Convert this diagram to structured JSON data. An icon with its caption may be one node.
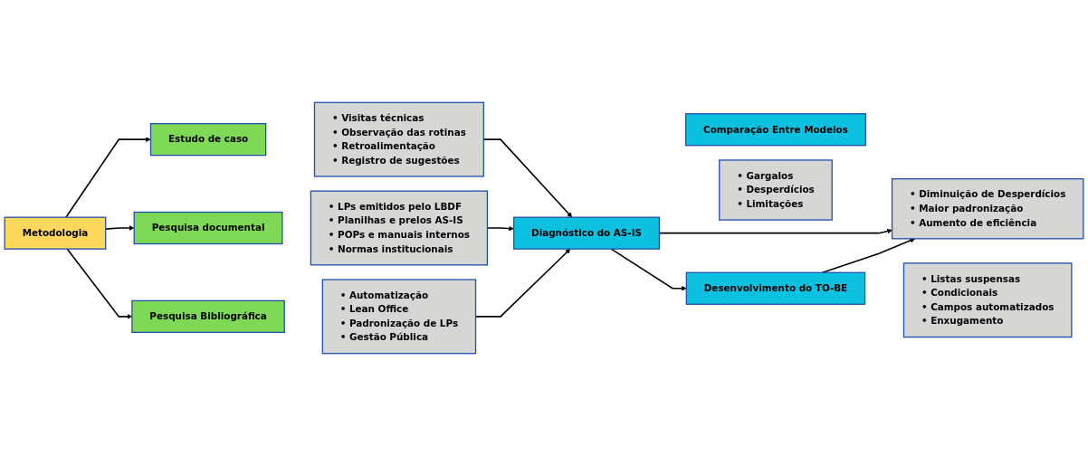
{
  "diagram": {
    "nodes": [
      {
        "text": [
          "Metodologia"
        ]
      },
      {
        "text": [
          "Estudo de caso"
        ]
      },
      {
        "text": [
          "• Visitas técnicas",
          "• Observação das rotinas",
          "• Retroalimentação",
          "• Registro de sugestões"
        ]
      },
      {
        "text": [
          "Pesquisa documental"
        ]
      },
      {
        "text": [
          "• LPs emitidos pelo LBDF",
          "• Planilhas e prelos AS-IS",
          "• POPs e manuais internos",
          "• Normas institucionais"
        ]
      },
      {
        "text": [
          "Pesquisa Bibliográfica"
        ]
      },
      {
        "text": [
          "• Automatização",
          "• Lean Office",
          "• Padronização de LPs",
          "• Gestão Pública"
        ]
      },
      {
        "text": [
          "Comparação Entre Modelos"
        ]
      },
      {
        "text": [
          "• Diminuição de Desperdícios",
          "• Maior padronização",
          "• Aumento de eficiência"
        ]
      },
      {
        "text": [
          "Diagnóstico do AS-IS"
        ]
      },
      {
        "text": [
          "• Gargalos",
          "• Desperdícios",
          "• Limitações"
        ]
      },
      {
        "text": [
          "Desenvolvimento do TO-BE"
        ]
      },
      {
        "text": [
          "• Listas suspensas",
          "• Condicionais",
          "• Campos automatizados",
          "• Enxugamento"
        ]
      }
    ],
    "edges": [
      {
        "from": 0,
        "to": 1,
        "arrow": "to"
      },
      {
        "from": 0,
        "to": 3,
        "arrow": "to"
      },
      {
        "from": 0,
        "to": 5,
        "arrow": "to"
      },
      {
        "from": 2,
        "to": 9,
        "arrow": "to"
      },
      {
        "from": 4,
        "to": 9,
        "arrow": "to"
      },
      {
        "from": 6,
        "to": 9,
        "arrow": "to"
      },
      {
        "from": 9,
        "to": 11,
        "arrow": "to"
      },
      {
        "from": 9,
        "to": 8,
        "arrow": "to"
      },
      {
        "from": 11,
        "to": 8,
        "arrow": "to"
      }
    ]
  }
}
